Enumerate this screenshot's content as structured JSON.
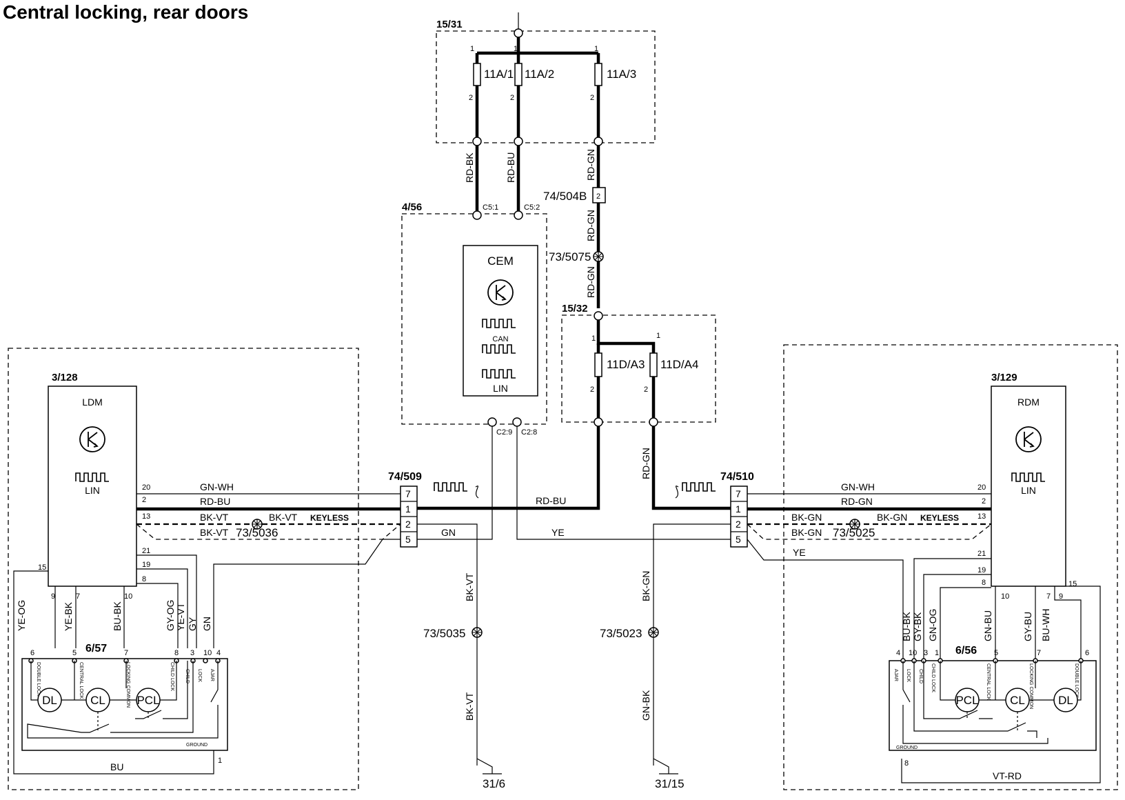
{
  "title": "Central locking, rear doors",
  "labels": {
    "fusebox_top": "15/31",
    "fuse_1": "11A/1",
    "fuse_2": "11A/2",
    "fuse_3": "11A/3",
    "fusebox_mid": "15/32",
    "fuse_4": "11D/A3",
    "fuse_5": "11D/A4",
    "cem_ref": "4/56",
    "cem": "CEM",
    "can": "CAN",
    "lin": "LIN",
    "c51": "C5:1",
    "c52": "C5:2",
    "c29": "C2:9",
    "c28": "C2:8",
    "conn_504b": "74/504B",
    "conn_504b_pin": "2",
    "splice_5075": "73/5075",
    "ldm_ref": "3/128",
    "ldm": "LDM",
    "rdm_ref": "3/129",
    "rdm": "RDM",
    "conn_509": "74/509",
    "conn_510": "74/510",
    "splice_5036": "73/5036",
    "splice_5025": "73/5025",
    "splice_5035": "73/5035",
    "splice_5023": "73/5023",
    "keyless": "KEYLESS",
    "lock_left": "6/57",
    "lock_right": "6/56",
    "ground_left": "31/6",
    "ground_right": "31/15",
    "ground": "GROUND",
    "dl": "DL",
    "cl": "CL",
    "pcl": "PCL"
  },
  "wires": {
    "rd_bk": "RD-BK",
    "rd_bu": "RD-BU",
    "rd_gn": "RD-GN",
    "gn_wh": "GN-WH",
    "bk_vt": "BK-VT",
    "bk_gn": "BK-GN",
    "gn": "GN",
    "ye": "YE",
    "gn_bk": "GN-BK",
    "bu": "BU",
    "vt_rd": "VT-RD",
    "ye_og": "YE-OG",
    "ye_bk": "YE-BK",
    "bu_bk": "BU-BK",
    "gy_og": "GY-OG",
    "ye_vt": "YE-VT",
    "gy": "GY",
    "gy_bk": "GY-BK",
    "gn_og": "GN-OG",
    "gn_bu": "GN-BU",
    "gy_bu": "GY-BU",
    "bu_wh": "BU-WH"
  },
  "lock_terms": {
    "double_lock": "DOUBLE LOCK",
    "central_lock": "CENTRAL LOCK",
    "locking_common": "LOCKING COMMON",
    "child_lock": "CHILD LOCK",
    "child": "CHILD",
    "lock": "LOCK",
    "ajar": "AJAR"
  },
  "pins": {
    "p1": "1",
    "p2": "2",
    "p3": "3",
    "p4": "4",
    "p5": "5",
    "p6": "6",
    "p7": "7",
    "p8": "8",
    "p9": "9",
    "p10": "10",
    "p13": "13",
    "p15": "15",
    "p19": "19",
    "p20": "20",
    "p21": "21"
  }
}
